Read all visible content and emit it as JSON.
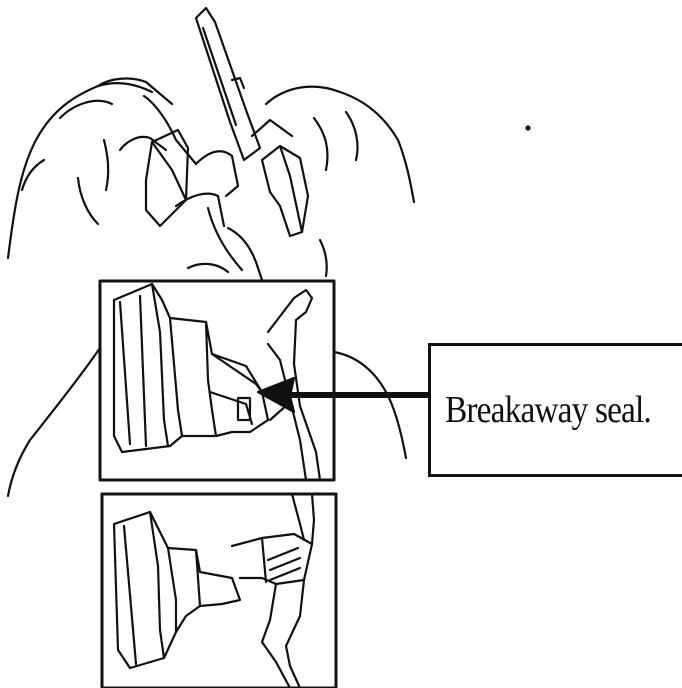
{
  "figure": {
    "callout_label": "Breakaway seal.",
    "panels": [
      "hands-breaking-seal",
      "seal-intact-closeup",
      "seal-broken-closeup"
    ]
  },
  "colors": {
    "ink": "#111111",
    "background": "#ffffff"
  }
}
